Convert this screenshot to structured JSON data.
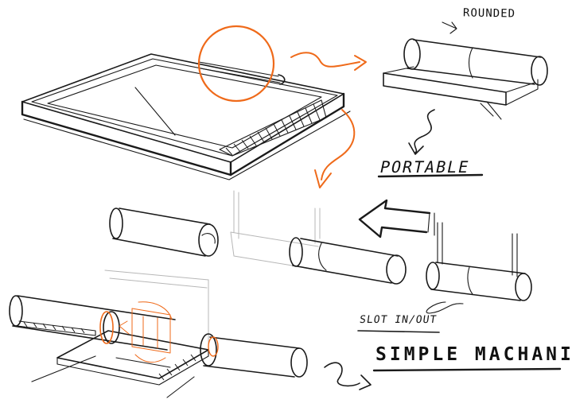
{
  "annotations": {
    "rounded": "ROUNDED",
    "portable": "PORTABLE",
    "slot_in_out": "SLOT IN/OUT",
    "simple_mechanism": "SIMPLE MACHANISM"
  },
  "colors": {
    "ink": "#1a1a1a",
    "accent": "#ef6a1a",
    "construction_lines": "#b7b7b7",
    "background": "#ffffff"
  }
}
